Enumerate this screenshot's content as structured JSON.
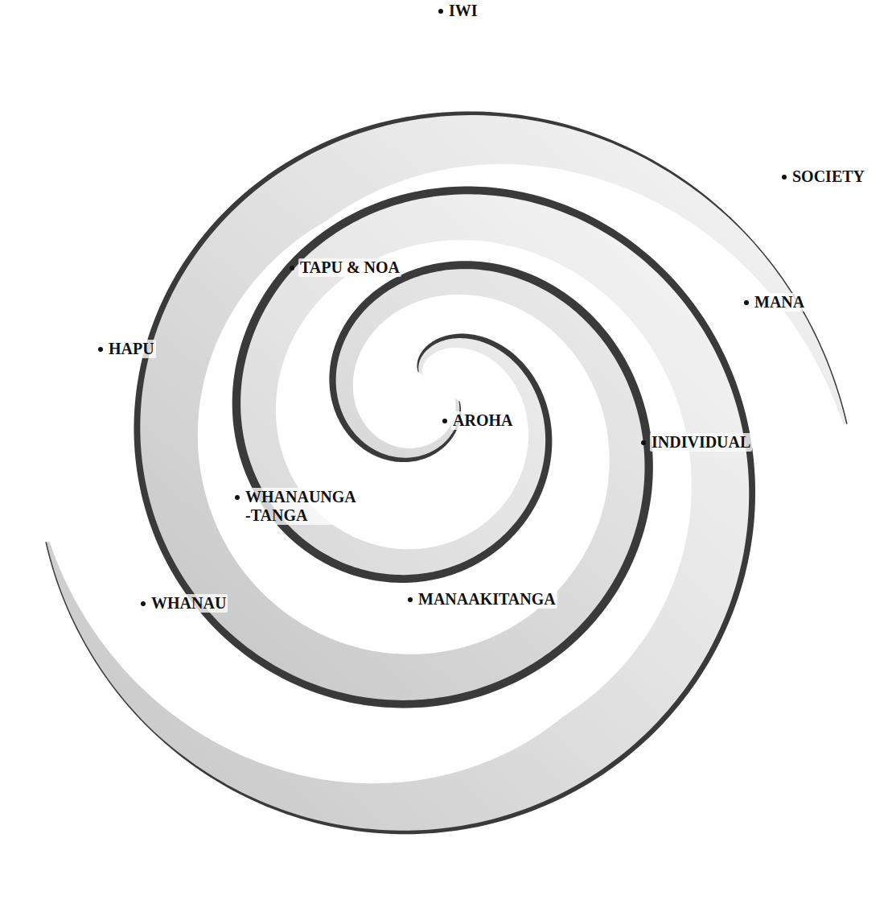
{
  "diagram": {
    "labels": [
      "IWI",
      "SOCIETY",
      "TAPU & NOA",
      "MANA",
      "HAPU",
      "AROHA",
      "INDIVIDUAL",
      "WHANAUNGA -TANGA",
      "WHANAU",
      "MANAAKITANGA"
    ]
  }
}
